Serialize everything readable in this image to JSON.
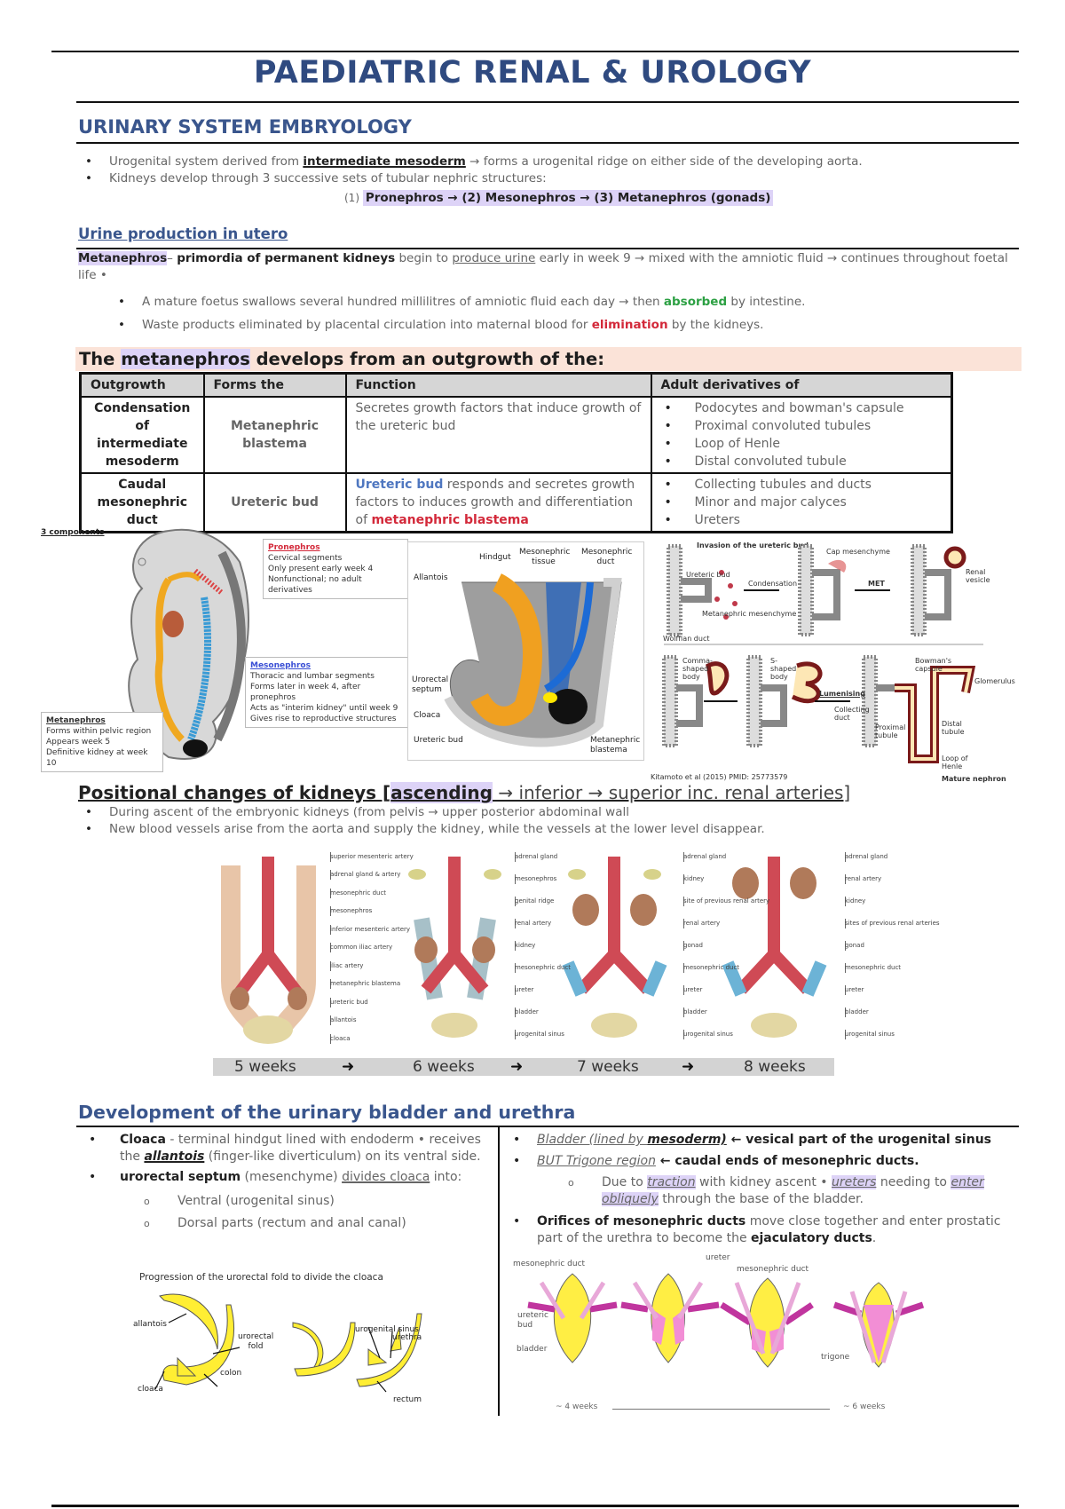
{
  "page": {
    "title": "PAEDIATRIC RENAL & UROLOGY"
  },
  "embryology": {
    "heading": "URINARY SYSTEM EMBRYOLOGY",
    "bullet1": {
      "pre": "Urogenital system derived from ",
      "emph": "intermediate mesoderm",
      "post": " → forms a urogenital ridge on either side of the developing aorta."
    },
    "bullet2": "Kidneys develop through 3 successive sets of tubular nephric structures:",
    "sequence": {
      "n1": "(1) ",
      "s1": "Pronephros → (2)  Mesonephros → (3)  Metanephros (gonads)"
    }
  },
  "urine": {
    "heading": "Urine production in utero",
    "lead_term": "Metanephros",
    "lead_dash": "– ",
    "lead_bold": "primordia of permanent kidneys",
    "lead_mid": " begin to ",
    "lead_ul": "produce urine",
    "lead_post": " early in week 9 → mixed with the amniotic fluid → continues throughout foetal life •",
    "b1_pre": "A mature foetus swallows several hundred millilitres of amniotic fluid each day → then ",
    "b1_green": "absorbed",
    "b1_post": " by intestine.",
    "b2_pre": "Waste products eliminated by placental circulation into maternal blood for ",
    "b2_red": "elimination",
    "b2_post": " by the kidneys."
  },
  "outgrowth": {
    "banner_pre": "The ",
    "banner_hl": "metanephros",
    "banner_post": " develops from an outgrowth of the:",
    "headers": [
      "Outgrowth",
      "Forms the",
      "Function",
      "Adult derivatives of"
    ],
    "rows": [
      {
        "outgrowth": "Condensation of intermediate mesoderm",
        "forms": "Metanephric blastema",
        "function_text": "Secretes growth factors that induce growth of the ureteric bud",
        "derivatives": [
          "Podocytes and bowman's capsule",
          "Proximal convoluted tubules",
          "Loop of Henle",
          "Distal convoluted tubule"
        ]
      },
      {
        "outgrowth": "Caudal mesonephric duct",
        "forms": "Ureteric bud",
        "function_blue": "Ureteric bud",
        "function_mid": " responds and secretes growth factors to induces growth and differentiation of ",
        "function_red": "metanephric blastema",
        "derivatives": [
          "Collecting tubules and ducts",
          "Minor and major calyces",
          "Ureters"
        ]
      }
    ]
  },
  "figure_components": {
    "label": "3 components",
    "pronephros": {
      "title": "Pronephros",
      "lines": [
        "Cervical segments",
        "Only present early week 4",
        "Nonfunctional; no adult derivatives"
      ]
    },
    "mesonephros": {
      "title": "Mesonephros",
      "lines": [
        "Thoracic and lumbar segments",
        "Forms later in week 4, after pronephros",
        "Acts as \"interim kidney\" until week 9",
        "Gives rise to reproductive structures"
      ]
    },
    "metanephros": {
      "title": "Metanephros",
      "lines": [
        "Forms within pelvic region",
        "Appears week 5",
        "Definitive kidney at week 10"
      ]
    }
  },
  "figure_hindgut": {
    "labels": [
      "Hindgut",
      "Mesonephric tissue",
      "Mesonephric duct",
      "Allantois",
      "Urorectal septum",
      "Cloaca",
      "Ureteric bud",
      "Metanephric blastema"
    ]
  },
  "figure_nephron": {
    "top_title": "Invasion of the ureteric bud",
    "labels": [
      "Ureteric bud",
      "Condensation",
      "MET",
      "Cap mesenchyme",
      "Renal vesicle",
      "Metanephric mesenchyme",
      "Wolffian duct",
      "Comma-shaped body",
      "S-shaped body",
      "Lumenising",
      "Collecting duct",
      "Bowman's capsule",
      "Glomerulus",
      "Proximal tubule",
      "Distal tubule",
      "Loop of Henle",
      "Mature nephron"
    ],
    "citation": "Kitamoto et al (2015) PMID: 25773579"
  },
  "positional": {
    "heading_main": "Positional changes of kidneys [",
    "heading_hl": "ascending",
    "heading_post": " → inferior → superior inc. renal arteries]",
    "bullets": [
      "During ascent of the embryonic kidneys (from pelvis → upper posterior abdominal wall",
      "New blood vessels arise from the aorta and supply the kidney, while the vessels at the lower level disappear."
    ],
    "week_labels": [
      "5 weeks",
      "6 weeks",
      "7 weeks",
      "8 weeks"
    ],
    "arrow": "➜",
    "panel_labels": [
      [
        "superior mesenteric artery",
        "adrenal gland & artery",
        "mesonephric duct",
        "mesonephros",
        "inferior mesenteric artery",
        "common iliac artery",
        "iliac artery",
        "metanephric blastema",
        "ureteric bud",
        "allantois",
        "cloaca"
      ],
      [
        "adrenal gland",
        "mesonephros",
        "genital ridge",
        "renal artery",
        "kidney",
        "mesonephric duct",
        "ureter",
        "bladder",
        "urogenital sinus"
      ],
      [
        "adrenal gland",
        "kidney",
        "site of previous renal artery",
        "renal artery",
        "gonad",
        "mesonephric duct",
        "ureter",
        "bladder",
        "urogenital sinus"
      ],
      [
        "adrenal gland",
        "renal artery",
        "kidney",
        "sites of previous renal arteries",
        "gonad",
        "mesonephric duct",
        "ureter",
        "bladder",
        "urogenital sinus"
      ]
    ]
  },
  "bladder": {
    "heading": "Development of the urinary bladder and urethra",
    "left": {
      "c_bold": "Cloaca",
      "c_text1": " - terminal hindgut lined with endoderm • receives the ",
      "c_allantois": "allantois",
      "c_text2": " (finger-like diverticulum) on its ventral side.",
      "u_bold": "urorectal septum",
      "u_text": " (mesenchyme) ",
      "u_ul": "divides cloaca",
      "u_post": " into:",
      "sub": [
        "Ventral (urogenital sinus)",
        "Dorsal parts (rectum and anal canal)"
      ],
      "fig_caption": "Progression of the urorectal fold to divide the cloaca",
      "fig_labels": [
        "allantois",
        "urorectal fold",
        "colon",
        "cloaca",
        "urogenital sinus",
        "urethra",
        "rectum"
      ]
    },
    "right": {
      "b1_it": "Bladder (lined by ",
      "b1_itb": "mesoderm)",
      "b1_arrow": " ← ",
      "b1_bold": "vesical part of the urogenital sinus",
      "b2_it": "BUT Trigone region",
      "b2_arrow": " ← ",
      "b2_bold": "caudal ends of mesonephric ducts.",
      "sub_pre": "Due to ",
      "sub_traction": "traction",
      "sub_mid": " with kidney ascent • ",
      "sub_ureters": "ureters",
      "sub_mid2": " needing to ",
      "sub_oblique": "enter obliquely",
      "sub_post": " through the base of the bladder.",
      "b3_bold": "Orifices of mesonephric ducts",
      "b3_text": " move close together and enter prostatic part of the urethra to become the ",
      "b3_bold2": "ejaculatory ducts",
      "fig_labels": [
        "mesonephric duct",
        "ureteric bud",
        "bladder",
        "ureter",
        "mesonephric duct",
        "trigone"
      ],
      "timeline_start": "~ 4 weeks",
      "timeline_end": "~ 6 weeks"
    }
  },
  "colors": {
    "heading_blue": "#3a568d",
    "highlight_purple": "#ddd3f7",
    "banner_peach": "#fbe3d8",
    "green": "#2ca043",
    "red": "#d3293a",
    "blue": "#4f77c0"
  }
}
